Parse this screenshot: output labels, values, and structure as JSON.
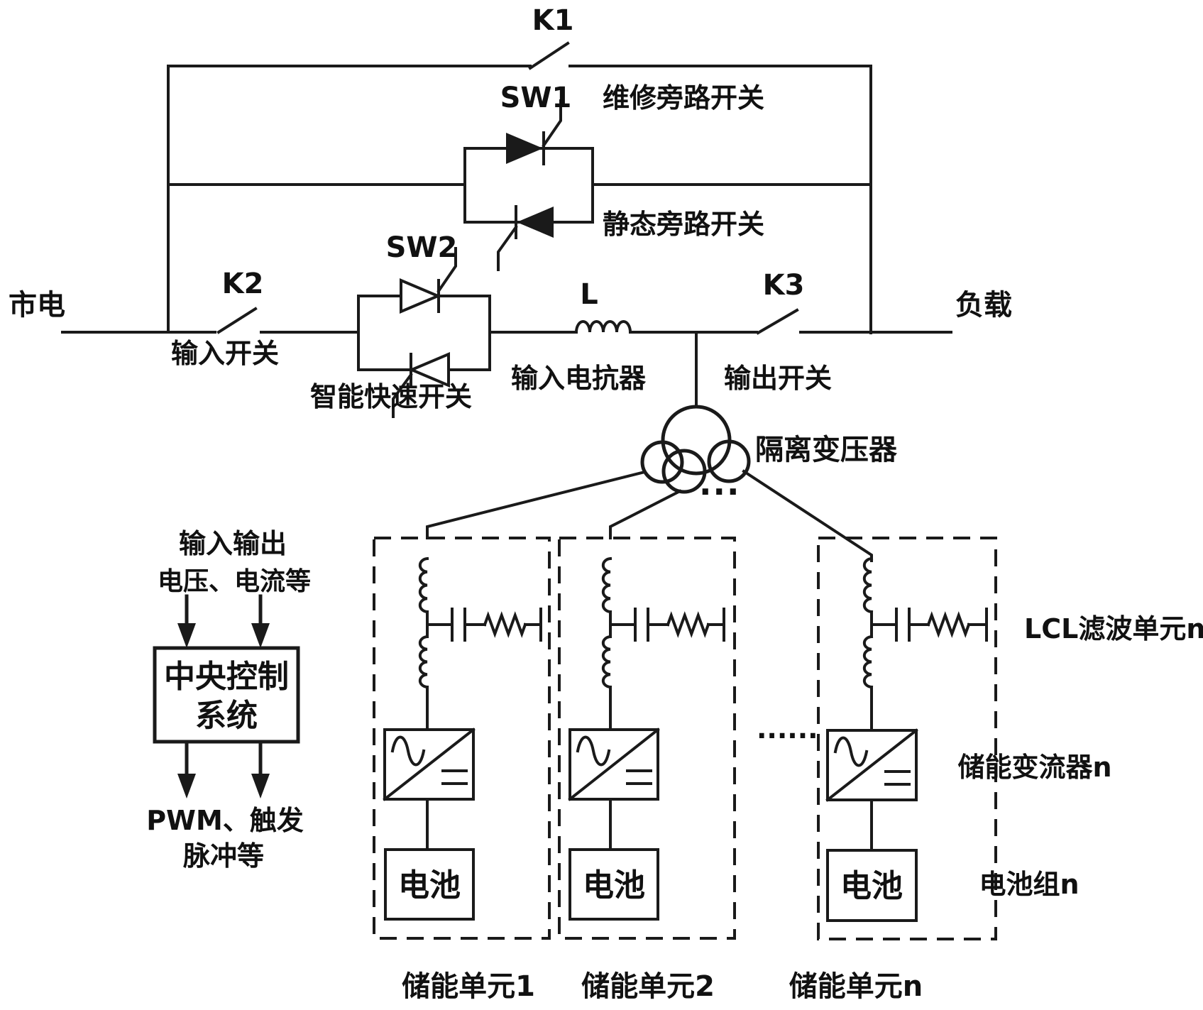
{
  "labels": {
    "k1": "K1",
    "k2": "K2",
    "k3": "K3",
    "sw1": "SW1",
    "sw2": "SW2",
    "l": "L",
    "mains": "市电",
    "load": "负载",
    "maintenance_bypass_switch": "维修旁路开关",
    "static_bypass_switch": "静态旁路开关",
    "input_switch": "输入开关",
    "smart_fast_switch": "智能快速开关",
    "input_reactor": "输入电抗器",
    "output_switch": "输出开关",
    "isolation_transformer": "隔离变压器",
    "transformer_ellipsis": "...",
    "units_ellipsis": "......"
  },
  "control_system": {
    "inputs_line1": "输入输出",
    "inputs_line2": "电压、电流等",
    "box_line1": "中央控制",
    "box_line2": "系统",
    "outputs_line1": "PWM、触发",
    "outputs_line2": "脉冲等"
  },
  "storage_units": [
    {
      "battery_label": "电池",
      "caption": "储能单元1"
    },
    {
      "battery_label": "电池",
      "caption": "储能单元2"
    },
    {
      "battery_label": "电池",
      "caption": "储能单元n"
    }
  ],
  "right_labels": {
    "lcl_filter": "LCL滤波单元n",
    "converter": "储能变流器n",
    "battery_group": "电池组n"
  },
  "colors": {
    "line": "#1a1a1a",
    "background": "#ffffff"
  }
}
